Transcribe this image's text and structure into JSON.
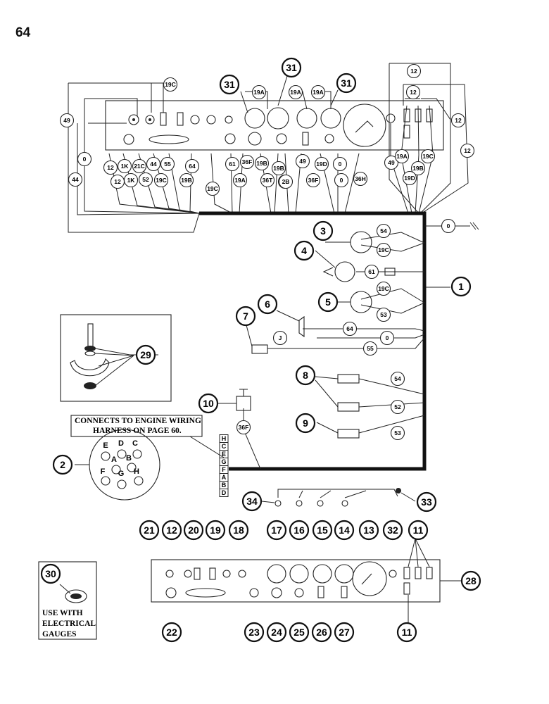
{
  "page_number": "64",
  "note_engine": "CONNECTS TO ENGINE WIRING HARNESS ON PAGE 60.",
  "note_gauges": [
    "USE WITH",
    "ELECTRICAL",
    "GAUGES"
  ],
  "connector_letters": [
    "H",
    "C",
    "E",
    "G",
    "F",
    "A",
    "B",
    "D"
  ],
  "plug_pins": [
    "E",
    "D",
    "C",
    "A",
    "B",
    "F",
    "G",
    "H"
  ],
  "callouts": [
    "1",
    "2",
    "3",
    "4",
    "5",
    "6",
    "7",
    "8",
    "9",
    "10",
    "11",
    "12",
    "13",
    "14",
    "15",
    "16",
    "17",
    "18",
    "19",
    "20",
    "21",
    "22",
    "23",
    "24",
    "25",
    "26",
    "27",
    "28",
    "29",
    "30",
    "31",
    "32",
    "33",
    "34"
  ],
  "wire_labels_top": [
    "19C",
    "49",
    "0",
    "44",
    "12",
    "1K",
    "21C",
    "44",
    "55",
    "64",
    "61",
    "36F",
    "19B",
    "19B",
    "19B",
    "49",
    "19D",
    "0",
    "36H",
    "49",
    "19A",
    "19B",
    "19C",
    "19D",
    "12",
    "12",
    "12",
    "12",
    "12",
    "1K",
    "52",
    "19C",
    "19B",
    "19C",
    "19A",
    "36T",
    "2B",
    "36F",
    "0",
    "19A",
    "19A",
    "19A"
  ],
  "wire_labels_harness": [
    "54",
    "19C",
    "61",
    "19C",
    "53",
    "64",
    "0",
    "55",
    "J",
    "54",
    "52",
    "53",
    "36F",
    "0"
  ]
}
